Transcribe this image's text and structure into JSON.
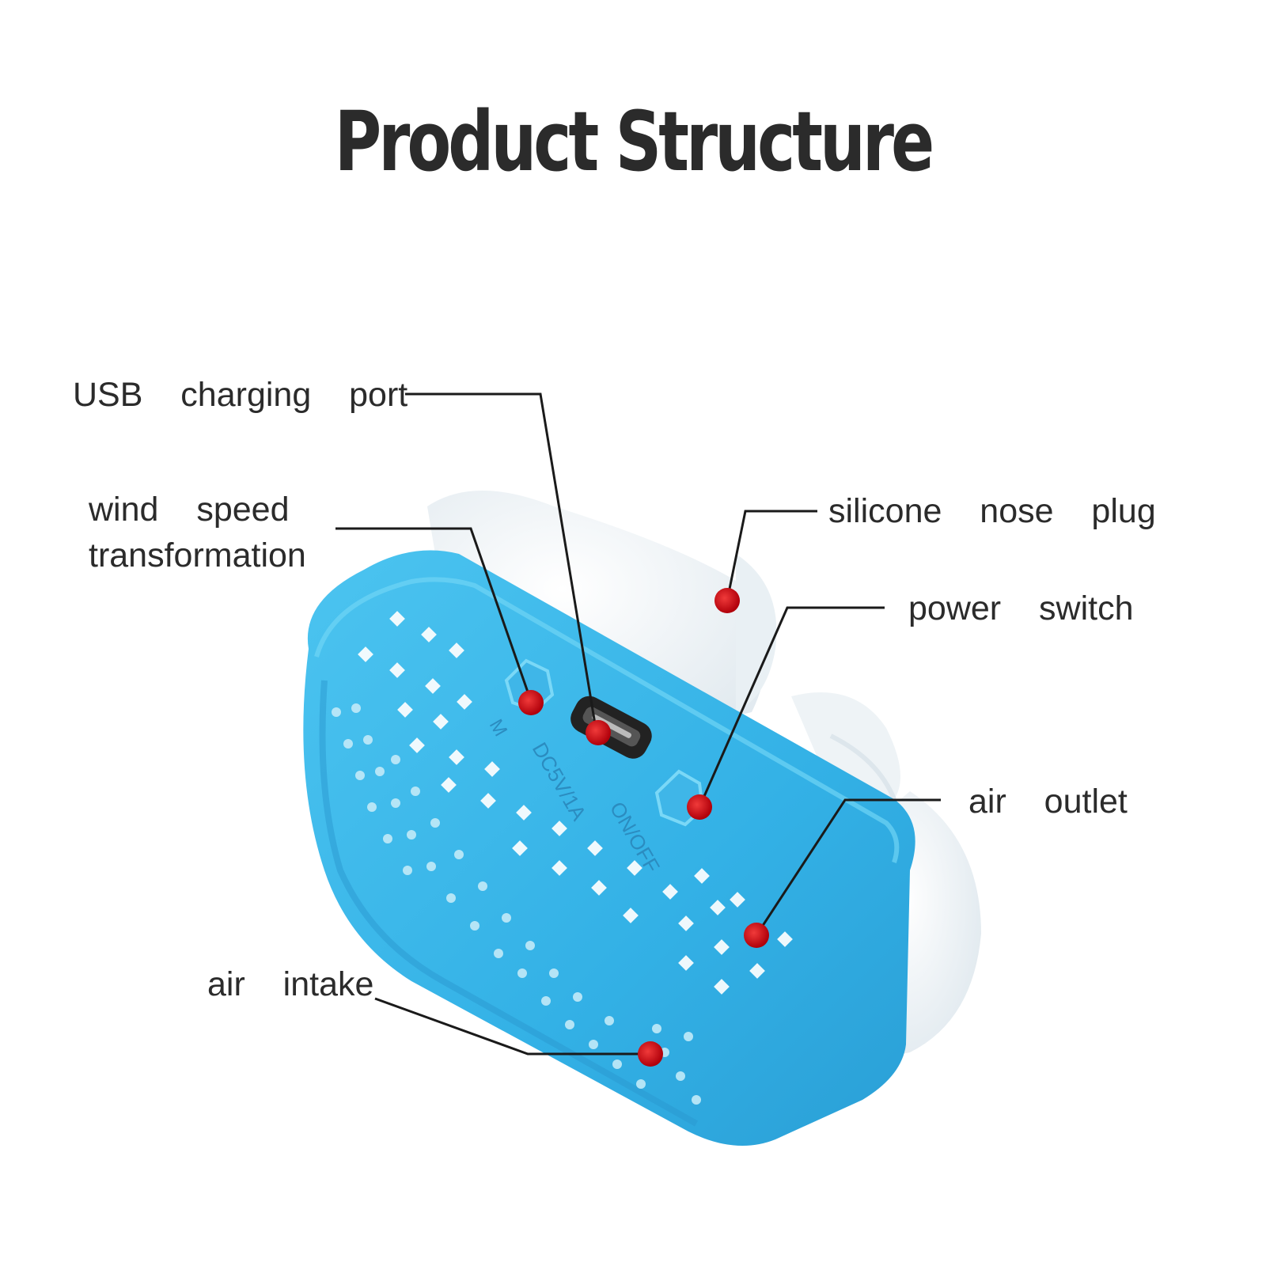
{
  "title": "Product Structure",
  "colors": {
    "device_body": "#35b6e8",
    "device_edge": "#1f8fc4",
    "nose_plug": "#f2f6f8",
    "marker": "#d0101a",
    "text": "#2b2b2b"
  },
  "labels": {
    "usb_charging_port": "USB  charging  port",
    "wind_speed_line1": "wind  speed",
    "wind_speed_line2": "transformation",
    "silicone_nose_plug": "silicone  nose  plug",
    "power_switch": "power  switch",
    "air_outlet": "air  outlet",
    "air_intake": "air  intake"
  },
  "device_markings": {
    "mode_button": "M",
    "port_rating": "DC5V/1A",
    "switch_text": "ON/OFF"
  }
}
